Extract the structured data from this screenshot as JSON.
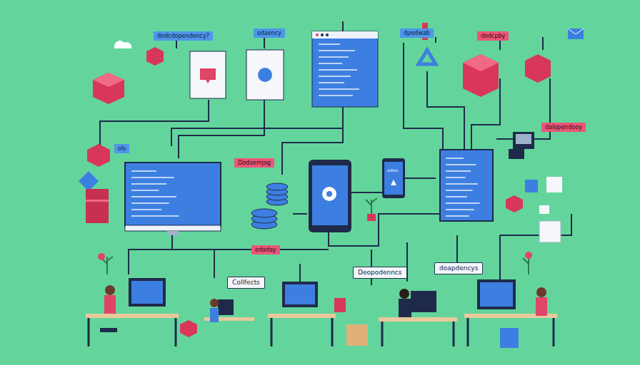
{
  "diagram": {
    "nodes": [
      {
        "text": [
          "dodcdopendency?"
        ]
      },
      {
        "text": [
          "odaency"
        ]
      },
      {
        "text": [
          "dpedwab"
        ]
      },
      {
        "text": [
          "dodcpby"
        ]
      },
      {
        "text": [
          "dalopendooy"
        ]
      },
      {
        "text": [
          "ols"
        ]
      },
      {
        "text": [
          "Dodoemjog"
        ]
      },
      {
        "text": [
          "odaday"
        ]
      },
      {
        "text": [
          "Collfects"
        ]
      },
      {
        "text": [
          "Deopodenncs"
        ]
      },
      {
        "text": [
          "doapdencys"
        ]
      },
      {
        "text": [
          "odoo"
        ]
      }
    ]
  }
}
